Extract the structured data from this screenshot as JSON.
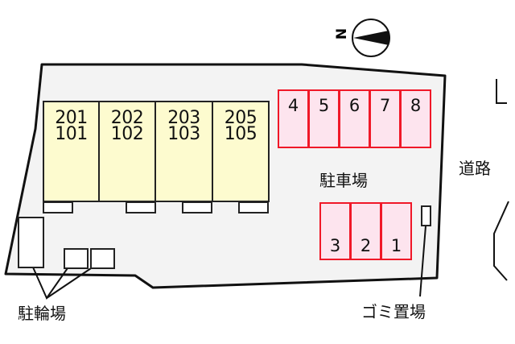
{
  "compass": {
    "label": "N",
    "icon": "north-arrow-icon"
  },
  "units": [
    {
      "upper": "201",
      "lower": "101"
    },
    {
      "upper": "202",
      "lower": "102"
    },
    {
      "upper": "203",
      "lower": "103"
    },
    {
      "upper": "205",
      "lower": "105"
    }
  ],
  "parking": {
    "label": "駐車場",
    "top_row": [
      "4",
      "5",
      "6",
      "7",
      "8"
    ],
    "bottom_row": [
      "3",
      "2",
      "1"
    ]
  },
  "road": {
    "label": "道路"
  },
  "bicycle_parking": {
    "label": "駐輪場"
  },
  "garbage": {
    "label": "ゴミ置場"
  },
  "colors": {
    "lot_fill": "#f3f3f3",
    "building_fill": "#fdfbcf",
    "parking_fill": "#fde4ee",
    "parking_border": "#f01828",
    "outline": "#111111"
  }
}
